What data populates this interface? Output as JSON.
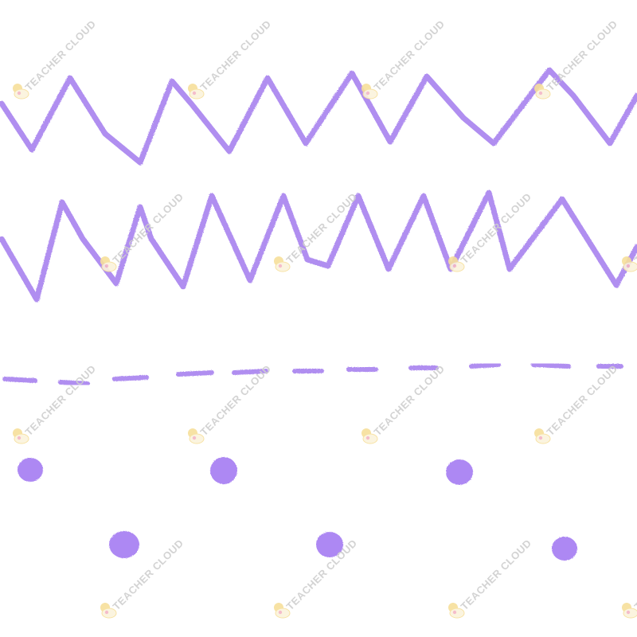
{
  "colors": {
    "stroke": "#b08ef0",
    "dot": "#ad88f3",
    "watermark_text": "#cfcfcf",
    "watermark_icon": "#f6df9a",
    "watermark_icon_accent": "#f3b6c6",
    "background": "#ffffff"
  },
  "watermark": {
    "text": "TEACHER CLOUD",
    "icon": "cloud-sun-icon"
  },
  "decorations": {
    "rows": [
      "zigzag-line",
      "zigzag-line",
      "dashed-line",
      "dot-row",
      "dot-row"
    ]
  }
}
